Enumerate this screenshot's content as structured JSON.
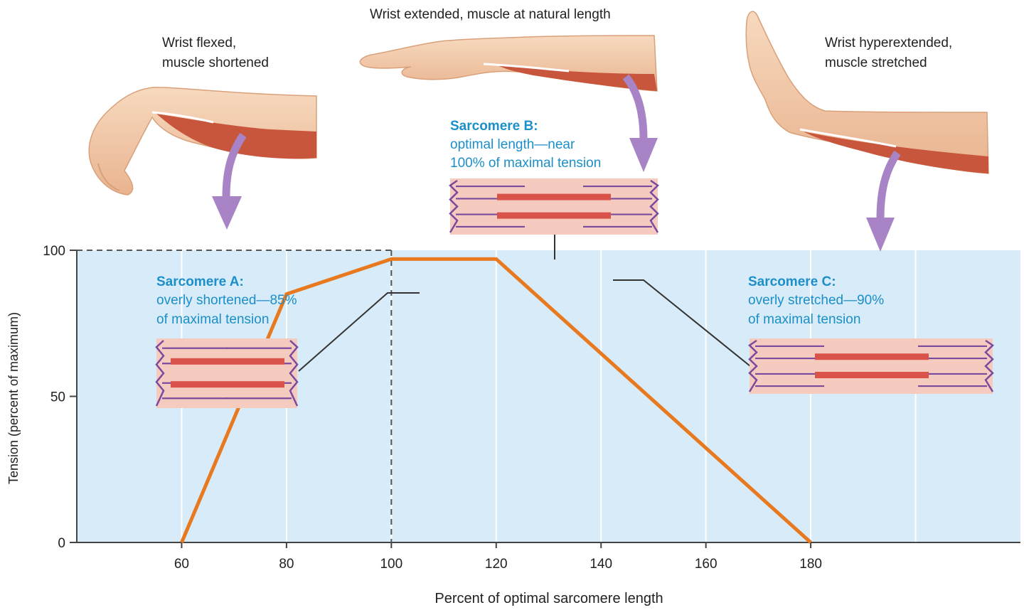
{
  "colors": {
    "plot_background": "#d7ebf8",
    "curve": "#e8791e",
    "accent_text": "#1c8fc9",
    "sarcomere_fill": "#f6cbbf",
    "myosin": "#d9534a",
    "actin_zline": "#7a4a9e",
    "arrow": "#a884c6",
    "skin": "#f2c9a8",
    "muscle": "#c8563c"
  },
  "illustrations": {
    "left": {
      "caption_line1": "Wrist flexed,",
      "caption_line2": "muscle shortened",
      "icon": "flexed-forearm-icon"
    },
    "center": {
      "caption": "Wrist extended, muscle at natural length",
      "icon": "extended-forearm-icon"
    },
    "right": {
      "caption_line1": "Wrist hyperextended,",
      "caption_line2": "muscle stretched",
      "icon": "hyperextended-forearm-icon"
    }
  },
  "chart_data": {
    "type": "line",
    "xlabel": "Percent of optimal sarcomere length",
    "ylabel": "Tension (percent of maximum)",
    "xlim": [
      40,
      220
    ],
    "ylim": [
      0,
      100
    ],
    "xticks": [
      60,
      80,
      100,
      120,
      140,
      160,
      180
    ],
    "yticks": [
      0,
      50,
      100
    ],
    "grid": true,
    "series": [
      {
        "x": [
          60,
          80,
          100,
          120,
          180
        ],
        "y": [
          0,
          85,
          97,
          97,
          0
        ]
      }
    ],
    "reference_lines": [
      {
        "orientation": "horizontal",
        "y": 100,
        "x_from": 40,
        "x_to": 100,
        "style": "dashed"
      },
      {
        "orientation": "vertical",
        "x": 100,
        "y_from": 0,
        "y_to": 100,
        "style": "dashed"
      }
    ],
    "annotations": [
      {
        "title": "Sarcomere A:",
        "line1": "overly shortened—85%",
        "line2": "of maximal tension",
        "point": {
          "x": 80,
          "y": 85
        }
      },
      {
        "title": "Sarcomere B:",
        "line1": "optimal length—near",
        "line2": "100% of maximal tension",
        "point": {
          "x": 112,
          "y": 97
        }
      },
      {
        "title": "Sarcomere C:",
        "line1": "overly stretched—90%",
        "line2": "of maximal tension",
        "point": {
          "x": 125,
          "y": 90
        }
      }
    ]
  }
}
